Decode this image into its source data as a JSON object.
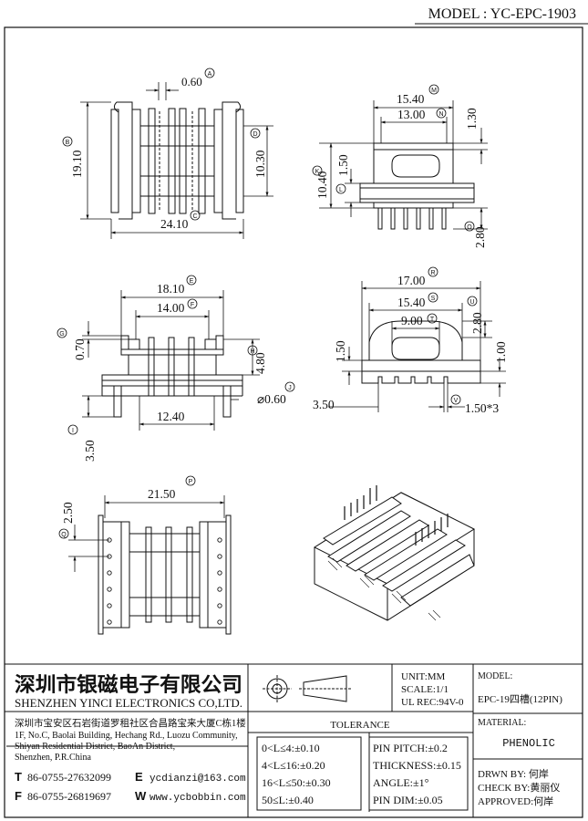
{
  "model_header": "MODEL : YC-EPC-1903",
  "views": {
    "top": {
      "dim_A": "0.60",
      "mark_A": "A",
      "dim_B": "19.10",
      "mark_B": "B",
      "dim_C": "24.10",
      "mark_C": "C",
      "dim_D": "10.30",
      "mark_D": "D"
    },
    "side": {
      "dim_M": "15.40",
      "mark_M": "M",
      "dim_N": "13.00",
      "mark_N": "N",
      "dim_top_right": "1.30",
      "dim_K": "10.40",
      "mark_K": "K",
      "dim_L": "1.50",
      "mark_L": "L",
      "dim_O": "2.80",
      "mark_O": "O"
    },
    "front": {
      "dim_E": "18.10",
      "mark_E": "E",
      "dim_F": "14.00",
      "mark_F": "F",
      "dim_G": "0.70",
      "mark_G": "G",
      "dim_H": "4.80",
      "mark_H": "H",
      "dim_J": "⌀0.60",
      "mark_J": "J",
      "dim_bottom": "12.40",
      "dim_I": "3.50",
      "mark_I": "I"
    },
    "end": {
      "dim_R": "17.00",
      "mark_R": "R",
      "dim_S": "15.40",
      "mark_S": "S",
      "dim_T": "9.00",
      "mark_T": "T",
      "dim_U": "2.80",
      "mark_U": "U",
      "dim_left": "1.50",
      "dim_right": "1.00",
      "dim_bottom_left": "3.50",
      "dim_V": "1.50*3",
      "mark_V": "V"
    },
    "bottom": {
      "dim_P": "21.50",
      "mark_P": "P",
      "dim_Q": "2.50",
      "mark_Q": "Q"
    }
  },
  "title_block": {
    "company_cn": "深圳市银磁电子有限公司",
    "company_en": "SHENZHEN YINCI ELECTRONICS CO,LTD.",
    "address_cn": "深圳市宝安区石岩街道罗租社区合昌路宝来大厦C栋1楼",
    "address_en": [
      "1F, No.C, Baolai Building, Hechang Rd., Luozu Community,",
      "Shiyan Residential District, BaoAn District,",
      "Shenzhen, P.R.China"
    ],
    "tel_label": "T",
    "tel": "86-0755-27632099",
    "fax_label": "F",
    "fax": "86-0755-26819697",
    "email_label": "E",
    "email": "ycdianzi@163.com",
    "web_label": "W",
    "web": "www.ycbobbin.com",
    "unit": "UNIT:MM",
    "scale": "SCALE:1/1",
    "ul": "UL REC:94V-0",
    "model_label": "MODEL:",
    "model_value": "EPC-19四槽(12PIN)",
    "material_label": "MATERIAL:",
    "material_value": "PHENOLIC",
    "tolerance_title": "TOLERANCE",
    "tolerances": [
      "0<L≤4:±0.10",
      "4<L≤16:±0.20",
      "16<L≤50:±0.30",
      "50≤L:±0.40"
    ],
    "tolerances_right": [
      "PIN PITCH:±0.2",
      "THICKNESS:±0.15",
      "ANGLE:±1°",
      "PIN DIM:±0.05"
    ],
    "drawn_by": "DRWN BY: 何岸",
    "check_by": "CHECK BY:黄丽仪",
    "approved": "APPROVED:何岸"
  }
}
